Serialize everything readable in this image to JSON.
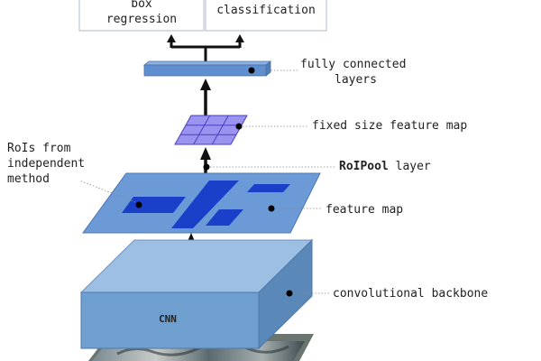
{
  "outputs": {
    "box_regression": [
      "box",
      "regression"
    ],
    "classification": "classification"
  },
  "labels": {
    "fully_connected": [
      "fully connected",
      "layers"
    ],
    "fixed_size_feature_map": "fixed size feature map",
    "roipool_bold": "RoIPool",
    "roipool_rest": " layer",
    "rois_from": [
      "RoIs from",
      "independent",
      "method"
    ],
    "feature_map": "feature map",
    "conv_backbone": "convolutional backbone",
    "cnn": "CNN"
  },
  "colors": {
    "block_front": "#6f9fcf",
    "block_top": "#9dbfe3",
    "block_side": "#5a88b8",
    "feature_map": "#6b9ad6",
    "roi": "#1a3fc9",
    "grid": "#9b93f0",
    "fc": "#5f8fd0"
  }
}
